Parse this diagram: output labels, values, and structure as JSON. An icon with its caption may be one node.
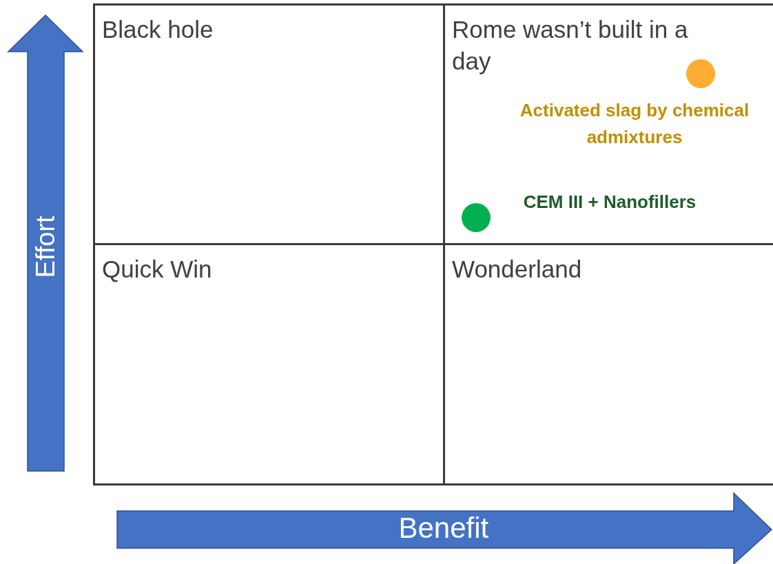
{
  "diagram": {
    "nodes": [
      {
        "text": [
          "Black hole"
        ]
      },
      {
        "text": [
          "Rome wasn’t built in a day"
        ]
      },
      {
        "text": [
          "Quick Win"
        ]
      },
      {
        "text": [
          "Wonderland"
        ]
      },
      {
        "text": [],
        "shape": "circle",
        "in": 1,
        "beside": [
          "Activated slag by chemical admixtures"
        ]
      },
      {
        "text": [],
        "shape": "circle",
        "in": 1,
        "beside": [
          "CEM III + Nanofillers"
        ]
      }
    ],
    "labels": [
      "Effort",
      "Benefit"
    ]
  }
}
